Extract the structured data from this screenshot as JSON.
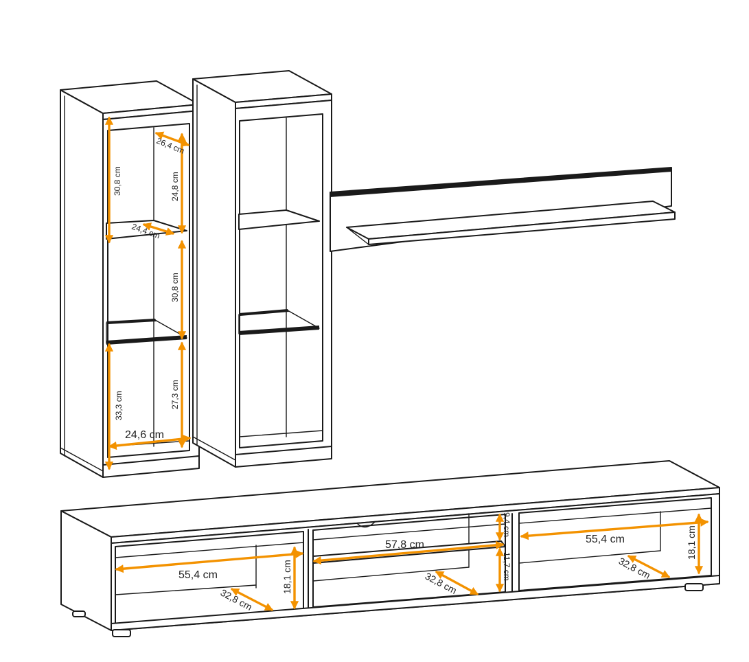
{
  "accent_color": "#f39200",
  "line_color": "#1a1a1a",
  "dimensions": {
    "tall_left": {
      "top_height": "30,8 cm",
      "top_diagonal": "26,4 cm",
      "top_inner_height": "24,8 cm",
      "shelf_depth": "24,4 cm",
      "mid_height": "30,8 cm",
      "bottom_height": "33,3 cm",
      "bottom_inner_height": "27,3 cm",
      "width": "24,6 cm"
    },
    "tv_left": {
      "width": "55,4 cm",
      "height": "18,1 cm",
      "depth": "32,8 cm"
    },
    "tv_center": {
      "width": "57,8 cm",
      "upper_height": "9,4 cm",
      "lower_height": "11,7 cm",
      "depth": "32,8 cm"
    },
    "tv_right": {
      "width": "55,4 cm",
      "height": "18,1 cm",
      "depth": "32,8 cm"
    }
  }
}
